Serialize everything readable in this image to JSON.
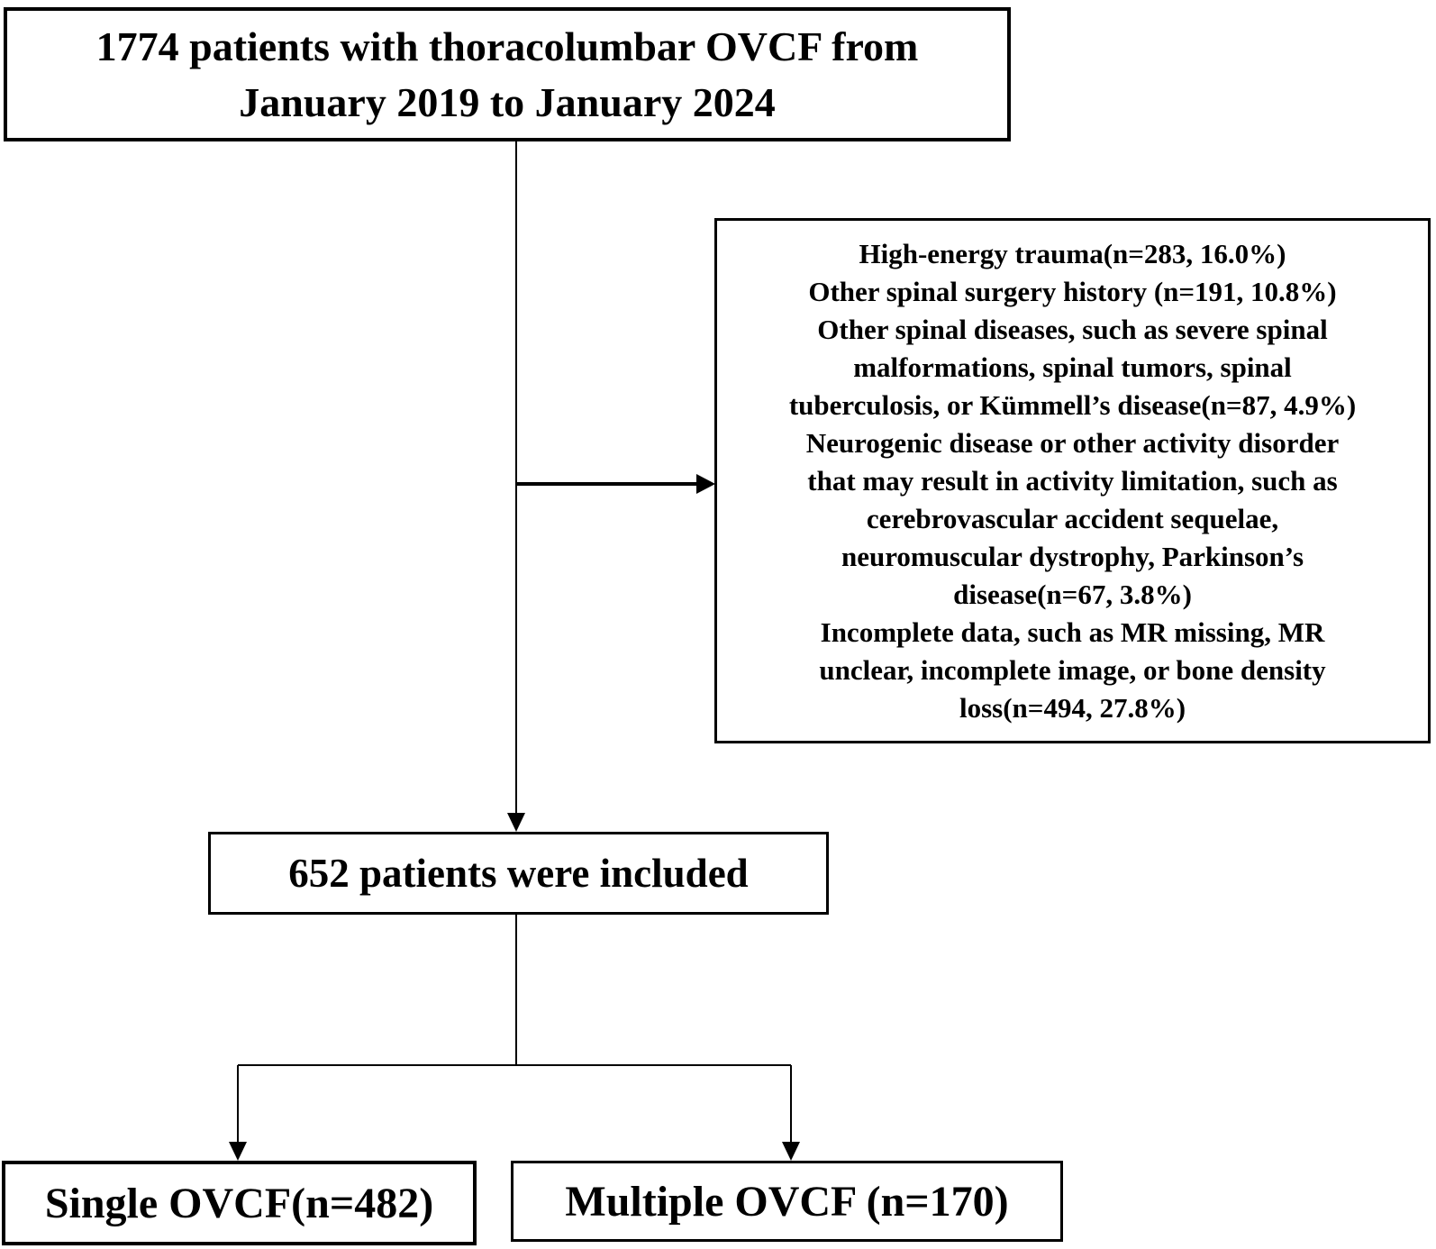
{
  "figure": {
    "background_color": "#ffffff",
    "line_color": "#000000",
    "text_color": "#000000"
  },
  "boxes": {
    "enrollment": {
      "lines": [
        "1774 patients with thoracolumbar OVCF from",
        "January 2019 to January 2024"
      ]
    },
    "exclusion": {
      "lines": [
        "High-energy trauma(n=283, 16.0%)",
        "Other spinal surgery history (n=191, 10.8%)",
        "Other spinal diseases, such as severe spinal",
        "malformations, spinal tumors, spinal",
        "tuberculosis, or Kümmell’s disease(n=87, 4.9%)",
        "Neurogenic disease or other activity disorder",
        "that may result in activity limitation, such as",
        "cerebrovascular accident sequelae,",
        "neuromuscular dystrophy, Parkinson’s",
        "disease(n=67, 3.8%)",
        "Incomplete data, such as MR missing, MR",
        "unclear, incomplete image, or bone density",
        "loss(n=494, 27.8%)"
      ]
    },
    "included": {
      "label": "652 patients were included"
    },
    "single_ovcf": {
      "label": "Single OVCF(n=482)"
    },
    "multiple_ovcf": {
      "label": "Multiple OVCF (n=170)"
    }
  }
}
